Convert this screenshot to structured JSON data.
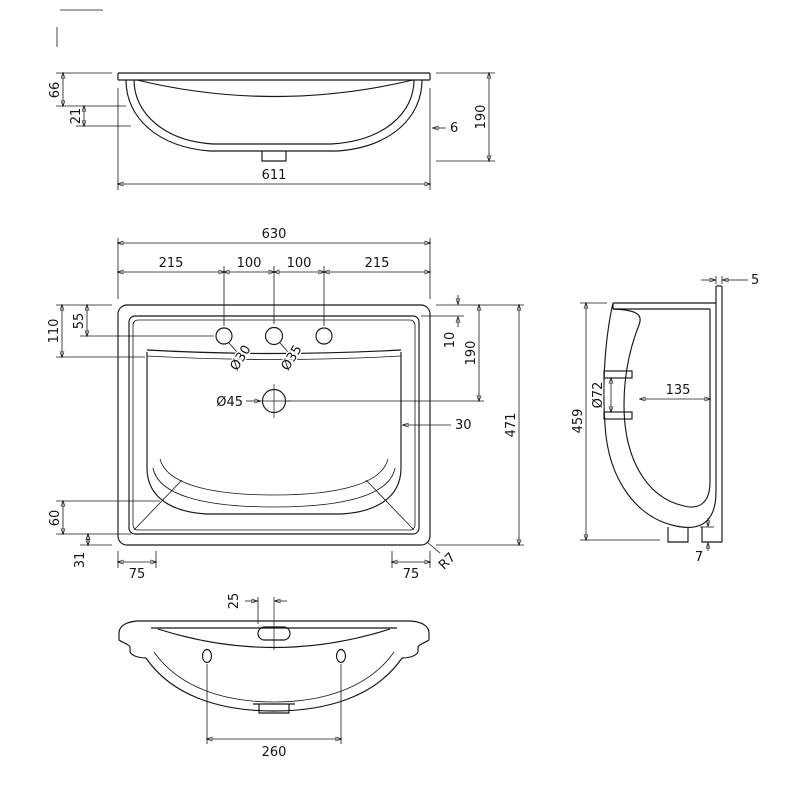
{
  "drawing": {
    "background": "#ffffff",
    "line_color": "#161616",
    "views": {
      "top_elevation": {
        "dims": {
          "h66": "66",
          "h21": "21",
          "w611": "611",
          "h190": "190",
          "off6": "6"
        }
      },
      "plan": {
        "dims": {
          "w630": "630",
          "s215l": "215",
          "s100l": "100",
          "s100r": "100",
          "s215r": "215",
          "d110": "110",
          "d55": "55",
          "d10": "10",
          "d190": "190",
          "d471": "471",
          "dia30": "Ø30",
          "dia35": "Ø35",
          "dia45": "Ø45",
          "e30": "30",
          "b60": "60",
          "b31": "31",
          "c75l": "75",
          "c75r": "75",
          "r7": "R7"
        }
      },
      "section": {
        "dims": {
          "g5": "5",
          "h459": "459",
          "dia72": "Ø72",
          "w135": "135",
          "t7": "7"
        }
      },
      "bottom_elevation": {
        "dims": {
          "o25": "25",
          "c260": "260"
        }
      }
    }
  }
}
